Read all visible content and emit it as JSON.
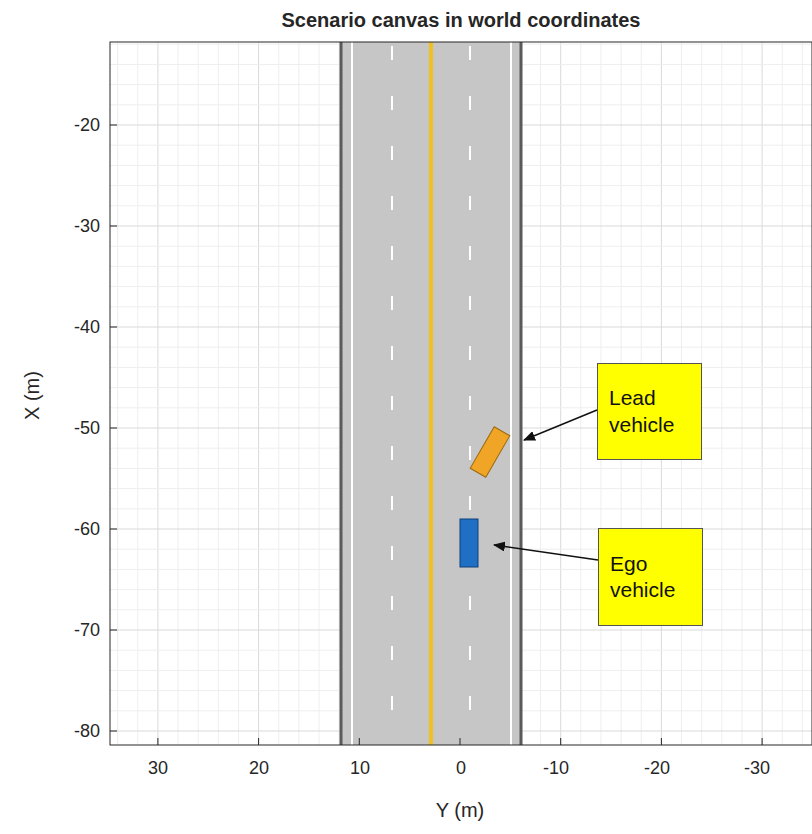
{
  "diagram": {
    "title": "Scenario canvas in world coordinates",
    "nodes": [
      {
        "text": [
          "Lead vehicle"
        ]
      },
      {
        "text": [
          "Ego vehicle"
        ]
      }
    ],
    "labels": [
      "X (m)",
      "Y (m)",
      "-20",
      "-30",
      "-40",
      "-50",
      "-60",
      "-70",
      "-80",
      "30",
      "20",
      "10",
      "0",
      "-10",
      "-20",
      "-30"
    ]
  }
}
